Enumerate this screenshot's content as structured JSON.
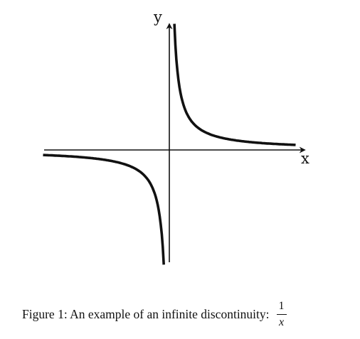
{
  "chart_data": {
    "type": "line",
    "function": "y = 1/x",
    "x_axis_label": "x",
    "y_axis_label": "y",
    "grid": false,
    "legend": "none",
    "xlim": [
      -5,
      5
    ],
    "ylim": [
      -4.5,
      5
    ],
    "series": [
      {
        "x": [
          -5.0,
          -4.5,
          -4.0,
          -3.5,
          -3.0,
          -2.5,
          -2.0,
          -1.5,
          -1.0,
          -0.8,
          -0.6,
          -0.5,
          -0.4,
          -0.3,
          -0.25,
          -0.22
        ],
        "y": [
          -0.2,
          -0.222,
          -0.25,
          -0.286,
          -0.333,
          -0.4,
          -0.5,
          -0.667,
          -1.0,
          -1.25,
          -1.667,
          -2.0,
          -2.5,
          -3.333,
          -4.0,
          -4.545
        ]
      },
      {
        "x": [
          0.2,
          0.25,
          0.3,
          0.4,
          0.5,
          0.6,
          0.8,
          1.0,
          1.5,
          2.0,
          2.5,
          3.0,
          3.5,
          4.0,
          4.5,
          5.0
        ],
        "y": [
          5.0,
          4.0,
          3.333,
          2.5,
          2.0,
          1.667,
          1.25,
          1.0,
          0.667,
          0.5,
          0.4,
          0.333,
          0.286,
          0.25,
          0.222,
          0.2
        ]
      }
    ]
  },
  "caption": {
    "text": "Figure 1:  An example of an infinite discontinuity:",
    "numerator": "1",
    "denominator": "x"
  }
}
